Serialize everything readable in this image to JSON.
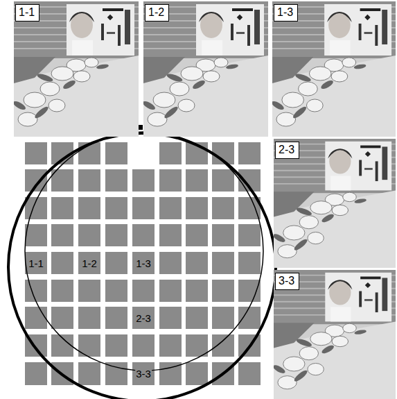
{
  "diagram": {
    "nodes": [
      {
        "text": [
          "1-1"
        ]
      },
      {
        "text": [
          "1-2"
        ]
      },
      {
        "text": [
          "1-3"
        ]
      },
      {
        "text": [
          "2-3"
        ]
      },
      {
        "text": [
          "3-3"
        ]
      }
    ],
    "labels": [
      "1-1",
      "1-2",
      "1-3",
      "2-3",
      "3-3"
    ]
  }
}
